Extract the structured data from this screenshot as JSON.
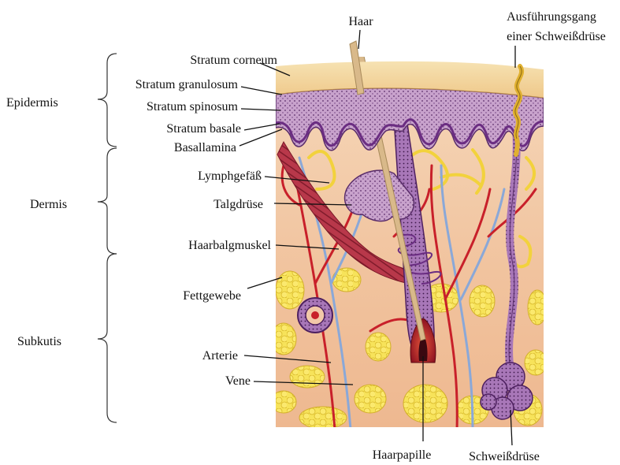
{
  "layers": {
    "epidermis": "Epidermis",
    "dermis": "Dermis",
    "subkutis": "Subkutis"
  },
  "labels": {
    "stratum_corneum": "Stratum corneum",
    "stratum_granulosum": "Stratum granulosum",
    "stratum_spinosum": "Stratum spinosum",
    "stratum_basale": "Stratum basale",
    "basallamina": "Basallamina",
    "lymphgefaess": "Lymphgefäß",
    "talgdruese": "Talgdrüse",
    "haarbalgmuskel": "Haarbalgmuskel",
    "fettgewebe": "Fettgewebe",
    "arterie": "Arterie",
    "vene": "Vene",
    "haar": "Haar",
    "ausfuehrungsgang_line1": "Ausführungsgang",
    "ausfuehrungsgang_line2": "einer Schweißdrüse",
    "haarpapille": "Haarpapille",
    "schweissdruese": "Schweißdrüse"
  },
  "colors": {
    "corneum": "#f3d9a0",
    "epidermis": "#c9a0c8",
    "epidermis_dots": "#5a2d6a",
    "dermis": "#f2c8a8",
    "subkutis": "#f0c09c",
    "fat": "#f6e04a",
    "artery": "#c8202a",
    "vein": "#8aa8d8",
    "lymph": "#f2d23c",
    "hair": "#d9b98a",
    "muscle": "#a2283a",
    "gland": "#7a3a8a"
  }
}
